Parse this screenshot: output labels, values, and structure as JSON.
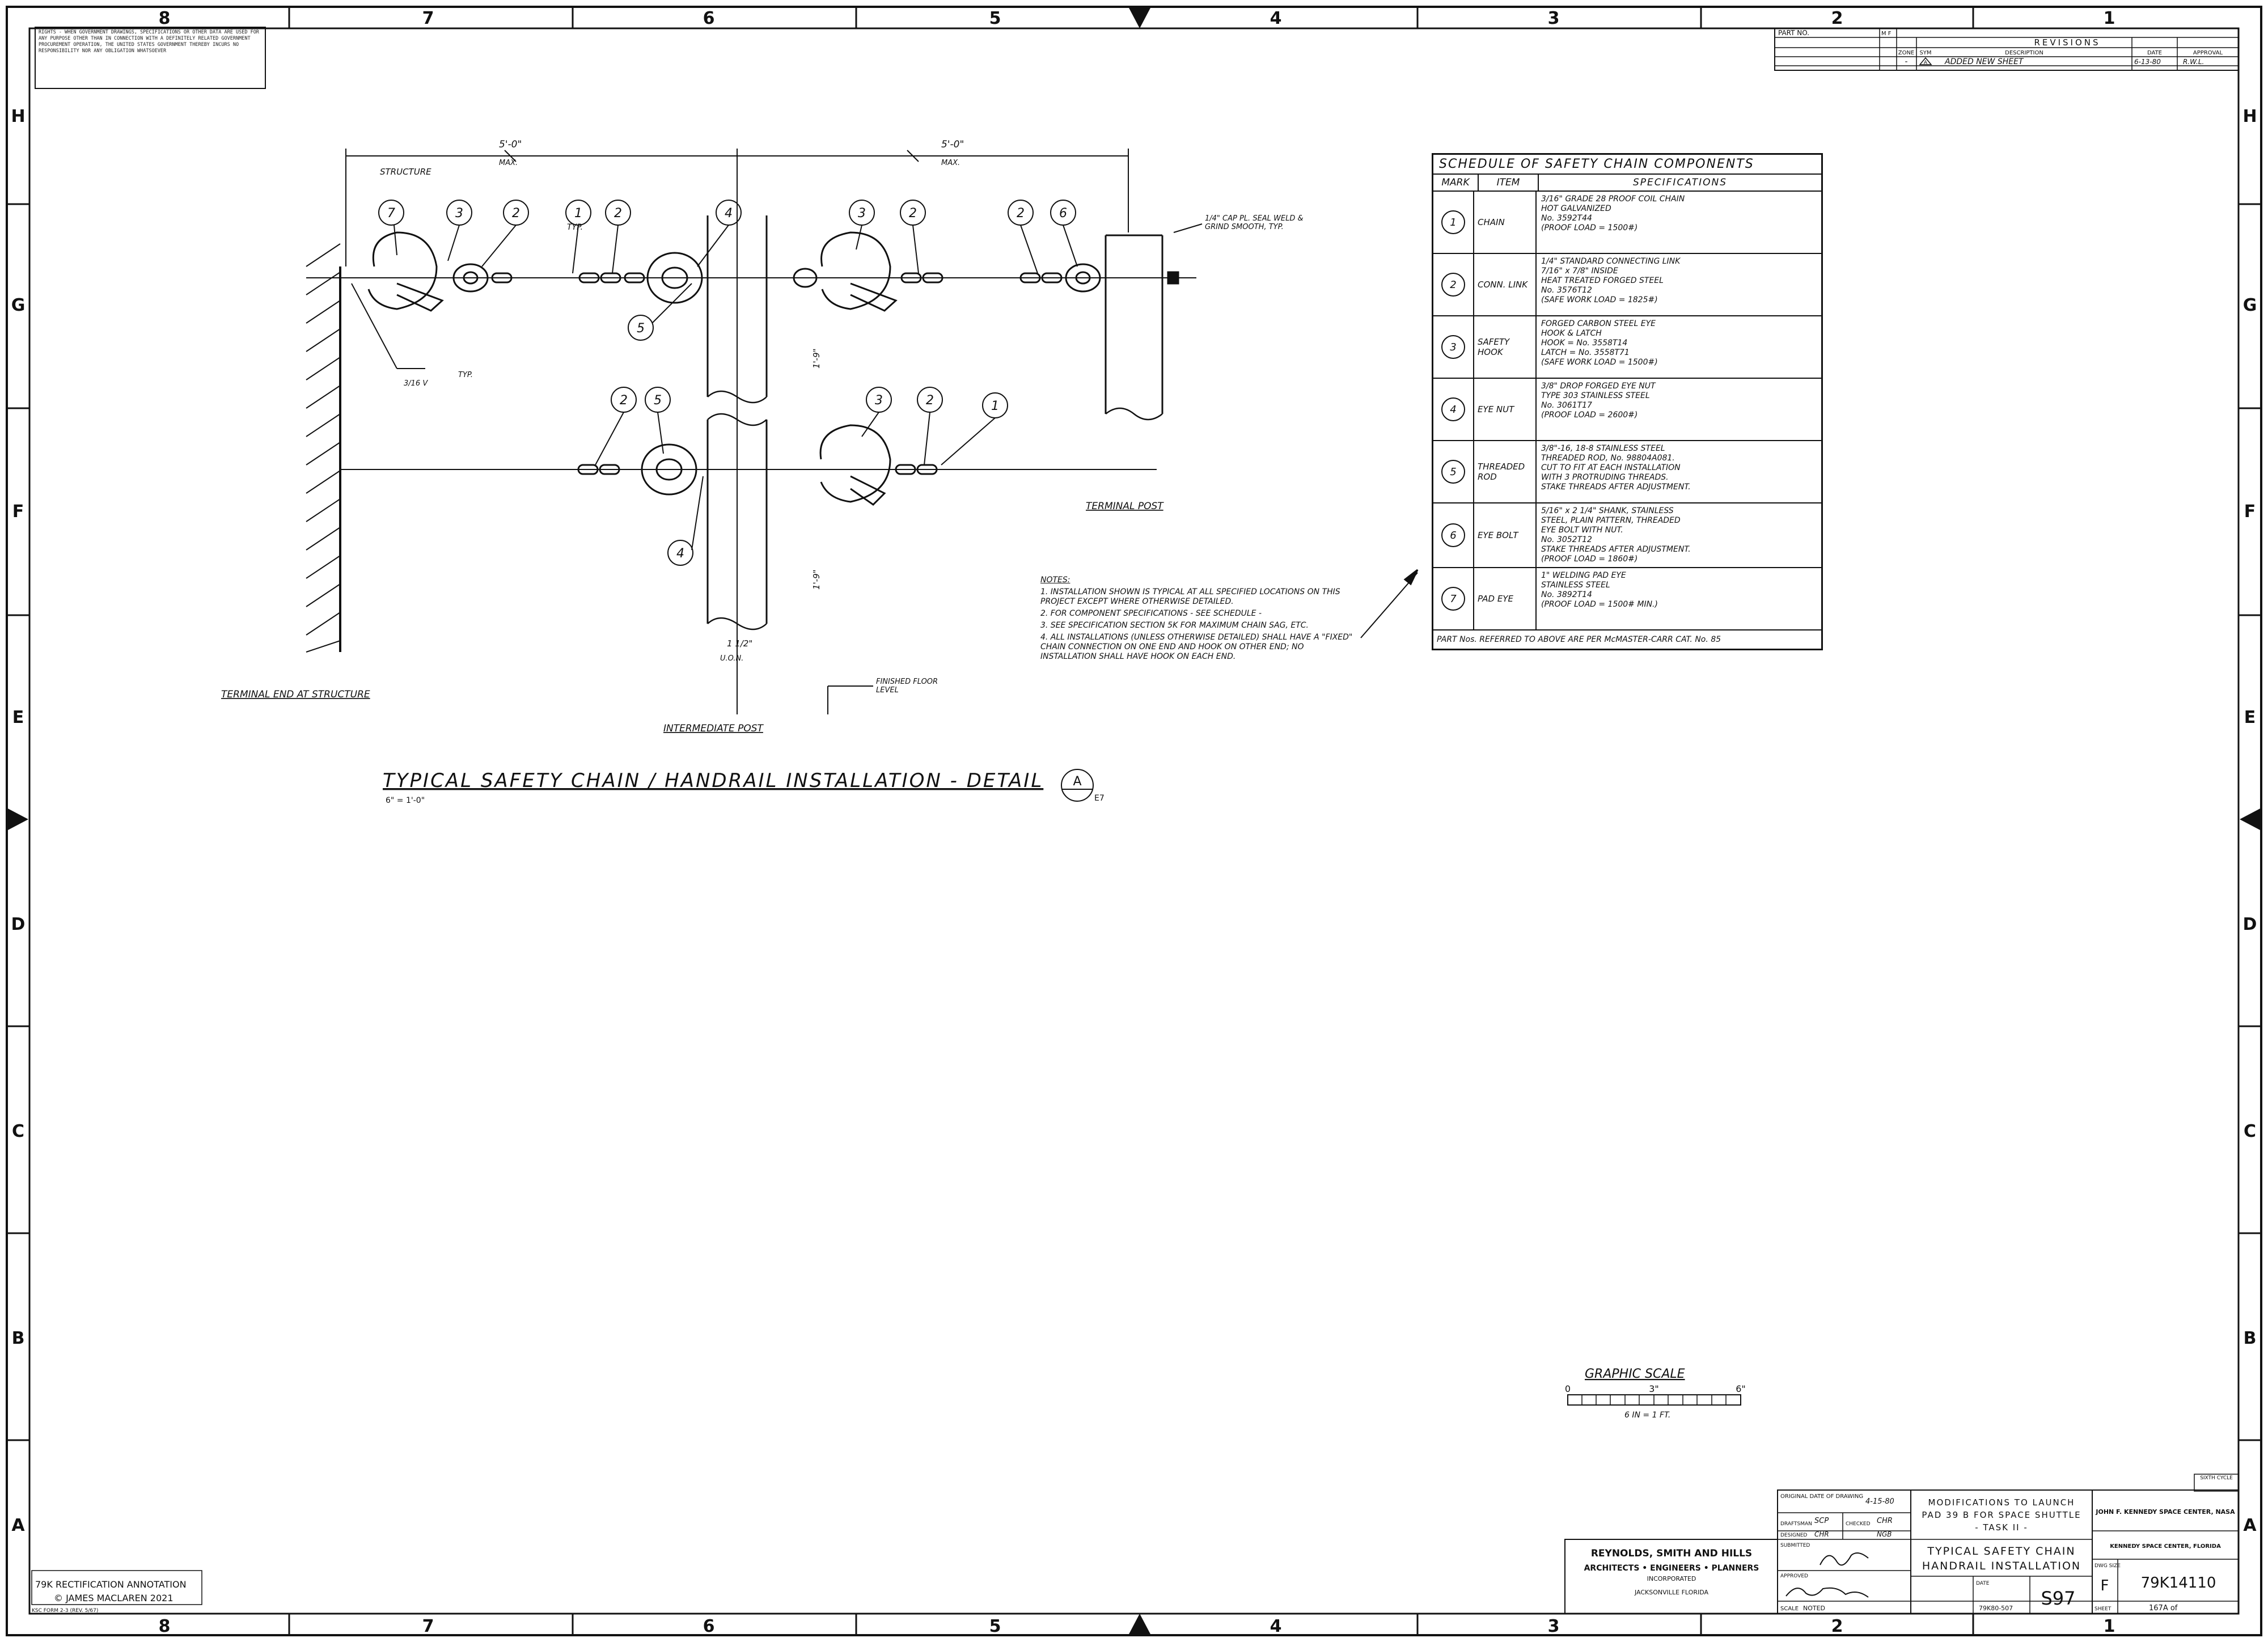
{
  "border": {
    "col_numbers": [
      "8",
      "7",
      "6",
      "5",
      "4",
      "3",
      "2",
      "1"
    ],
    "row_letters": [
      "H",
      "G",
      "F",
      "E",
      "D",
      "C",
      "B",
      "A"
    ]
  },
  "disclaimer": "RIGHTS - WHEN GOVERNMENT DRAWINGS, SPECIFICATIONS OR OTHER DATA ARE USED FOR ANY PURPOSE OTHER THAN IN CONNECTION WITH A DEFINITELY RELATED GOVERNMENT PROCUREMENT OPERATION, THE UNITED STATES GOVERNMENT THEREBY INCURS NO RESPONSIBILITY NOR ANY OBLIGATION WHATSOEVER",
  "revisions": {
    "part_no_label": "PART NO.",
    "mf_label": "M F",
    "title": "REVISIONS",
    "headers": [
      "ZONE",
      "SYM",
      "DESCRIPTION",
      "DATE",
      "APPROVAL"
    ],
    "row": {
      "zone": "-",
      "sym": "A",
      "description": "ADDED NEW SHEET",
      "date": "6-13-80",
      "approval": "R.W.L."
    }
  },
  "detail": {
    "dims": [
      "5'-0\"",
      "MAX.",
      "5'-0\"",
      "MAX."
    ],
    "structure_label": "STRUCTURE",
    "typ_label": "TYP.",
    "cap_note": "1/4\" CAP PL. SEAL WELD & GRIND SMOOTH, TYP.",
    "weld_symbol": "3/16 V",
    "weld_typ": "TYP.",
    "height_1": "1'-9\"",
    "height_2": "1'-9\"",
    "post_dim": "1 1/2\"",
    "uon": "U.O.N.",
    "finished_floor": "FINISHED FLOOR LEVEL",
    "terminal_end": "TERMINAL END AT STRUCTURE",
    "intermediate_post": "INTERMEDIATE POST",
    "terminal_post": "TERMINAL POST",
    "callouts_top": [
      "7",
      "3",
      "2",
      "1",
      "2",
      "4",
      "3",
      "2",
      "2",
      "6"
    ],
    "callouts_bottom": [
      "2",
      "5",
      "3",
      "2",
      "1"
    ],
    "callout_mid": [
      "5",
      "4"
    ]
  },
  "title": {
    "text": "TYPICAL SAFETY CHAIN / HANDRAIL INSTALLATION - DETAIL",
    "scale": "6\" = 1'-0\"",
    "detail_letter": "A",
    "detail_sheet": "E7"
  },
  "notes": {
    "heading": "NOTES:",
    "items": [
      "1. INSTALLATION SHOWN IS TYPICAL AT ALL SPECIFIED LOCATIONS ON THIS PROJECT EXCEPT WHERE OTHERWISE DETAILED.",
      "2. FOR COMPONENT SPECIFICATIONS - SEE SCHEDULE -",
      "3. SEE SPECIFICATION SECTION 5K FOR MAXIMUM CHAIN SAG, ETC.",
      "4. ALL INSTALLATIONS (UNLESS OTHERWISE DETAILED) SHALL HAVE A \"FIXED\" CHAIN CONNECTION ON ONE END AND HOOK ON OTHER END; NO INSTALLATION SHALL HAVE HOOK ON EACH END."
    ]
  },
  "schedule": {
    "title": "SCHEDULE OF SAFETY CHAIN COMPONENTS",
    "headers": [
      "MARK",
      "ITEM",
      "SPECIFICATIONS"
    ],
    "rows": [
      {
        "mark": "1",
        "item": "CHAIN",
        "spec": [
          "3/16\" GRADE 28 PROOF COIL CHAIN",
          "HOT GALVANIZED",
          "No. 3592T44",
          "(PROOF LOAD = 1500#)"
        ]
      },
      {
        "mark": "2",
        "item": "CONN. LINK",
        "spec": [
          "1/4\" STANDARD CONNECTING LINK",
          "7/16\" x 7/8\" INSIDE",
          "HEAT TREATED FORGED STEEL",
          "No. 3576T12",
          "(SAFE WORK LOAD = 1825#)"
        ]
      },
      {
        "mark": "3",
        "item": "SAFETY HOOK",
        "spec": [
          "FORGED CARBON STEEL EYE",
          "HOOK & LATCH",
          "HOOK = No. 3558T14",
          "LATCH = No. 3558T71",
          "(SAFE WORK LOAD = 1500#)"
        ]
      },
      {
        "mark": "4",
        "item": "EYE NUT",
        "spec": [
          "3/8\" DROP FORGED EYE NUT",
          "TYPE 303 STAINLESS STEEL",
          "No. 3061T17",
          "(PROOF LOAD = 2600#)"
        ]
      },
      {
        "mark": "5",
        "item": "THREADED ROD",
        "spec": [
          "3/8\"-16, 18-8 STAINLESS STEEL",
          "THREADED ROD, No. 98804A081.",
          "CUT TO FIT AT EACH INSTALLATION",
          "WITH 3 PROTRUDING THREADS.",
          "STAKE THREADS AFTER ADJUSTMENT."
        ]
      },
      {
        "mark": "6",
        "item": "EYE BOLT",
        "spec": [
          "5/16\" x 2 1/4\" SHANK, STAINLESS",
          "STEEL, PLAIN PATTERN, THREADED",
          "EYE BOLT WITH NUT.",
          "No. 3052T12",
          "STAKE THREADS AFTER ADJUSTMENT.",
          "(PROOF LOAD = 1860#)"
        ]
      },
      {
        "mark": "7",
        "item": "PAD EYE",
        "spec": [
          "1\" WELDING PAD EYE",
          "STAINLESS STEEL",
          "No. 3892T14",
          "(PROOF LOAD = 1500# MIN.)"
        ]
      }
    ],
    "footer": "PART Nos. REFERRED TO ABOVE ARE PER McMASTER-CARR CAT. No. 85"
  },
  "graphic_scale": {
    "title": "GRAPHIC SCALE",
    "ticks": [
      "0",
      "3\"",
      "6\""
    ],
    "caption": "6 IN = 1 FT."
  },
  "sixth_cycle": "SIXTH CYCLE",
  "title_block": {
    "firm": "REYNOLDS, SMITH AND HILLS",
    "firm_sub": "ARCHITECTS • ENGINEERS • PLANNERS",
    "firm_inc": "INCORPORATED",
    "firm_city": "JACKSONVILLE   FLORIDA",
    "original_date_label": "ORIGINAL DATE OF DRAWING",
    "original_date": "4-15-80",
    "drafted_label": "DRAFTSMAN",
    "drafted": "SCP",
    "checked_label": "CHECKED",
    "checked": "CHR",
    "designed_label": "DESIGNED",
    "designed": "CHR",
    "checked2": "NGB",
    "submitted_label": "SUBMITTED",
    "approved_label": "APPROVED",
    "project": [
      "MODIFICATIONS TO LAUNCH",
      "PAD 39 B  FOR SPACE SHUTTLE",
      "- TASK II -"
    ],
    "drawing_title": [
      "TYPICAL SAFETY CHAIN",
      "HANDRAIL INSTALLATION"
    ],
    "scale_label": "SCALE",
    "scale": "NOTED",
    "date_label": "DATE",
    "contract": "79K80-507",
    "sheet_code": "S97",
    "agency": "JOHN F. KENNEDY SPACE CENTER, NASA",
    "agency_sub": "KENNEDY SPACE CENTER, FLORIDA",
    "size_label": "DWG SIZE",
    "size": "F",
    "drawing_no": "79K14110",
    "sheet_label": "SHEET",
    "sheet": "167A of"
  },
  "annotation": [
    "79K RECTIFICATION ANNOTATION",
    "© JAMES MACLAREN 2021"
  ],
  "form_no": "KSC FORM 2-3 (REV. 5/67)"
}
